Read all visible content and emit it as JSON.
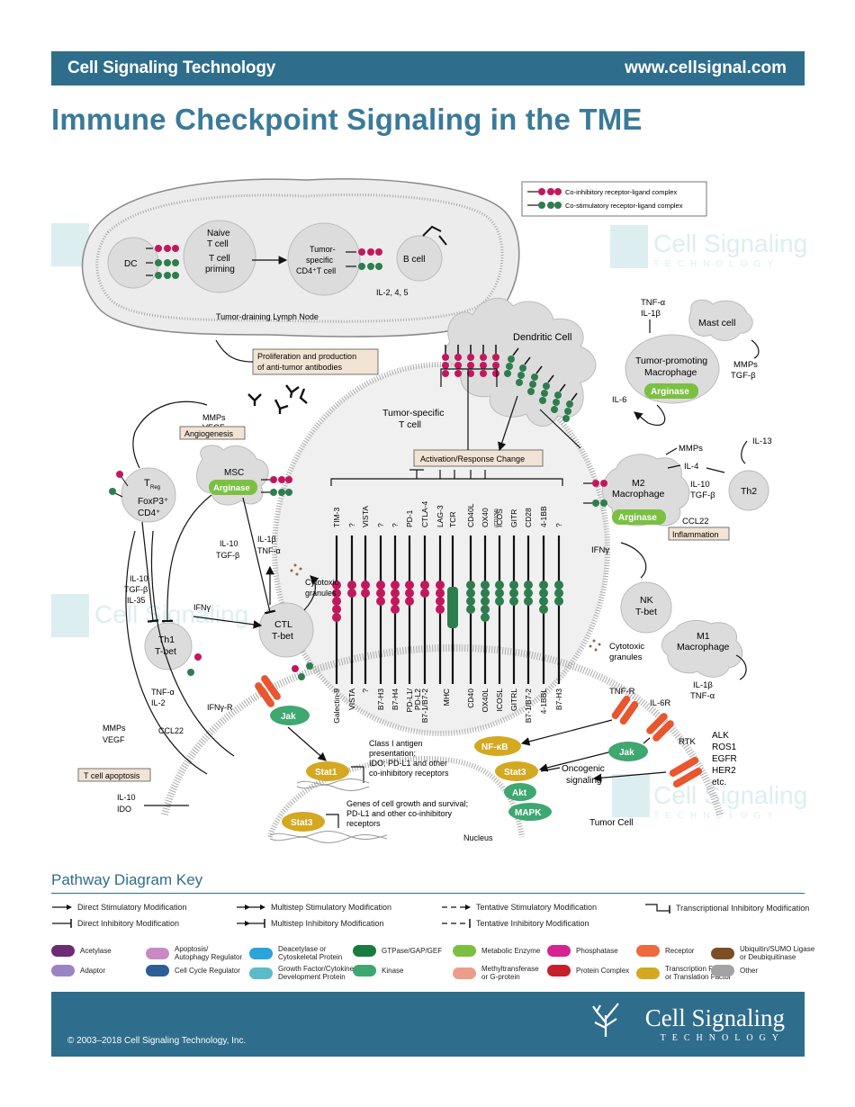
{
  "header": {
    "brand": "Cell Signaling Technology",
    "url": "www.cellsignal.com"
  },
  "title": "Immune Checkpoint Signaling in the TME",
  "legend_complex": {
    "co_inhibitory": "Co-inhibitory receptor-ligand complex",
    "co_stimulatory": "Co-stimulatory receptor-ligand complex"
  },
  "watermark": {
    "brand": "Cell Signaling",
    "tech": "TECHNOLOGY"
  },
  "lymph_node": {
    "label": "Tumor-draining Lymph Node",
    "dc": "DC",
    "naive_1": "Naive",
    "naive_2": "T cell",
    "naive_3": "T cell",
    "naive_4": "priming",
    "ts_1": "Tumor-",
    "ts_2": "specific",
    "ts_3": "CD4⁺T cell",
    "bcell": "B cell",
    "il": "IL-2, 4, 5"
  },
  "boxes": {
    "prolif_1": "Proliferation and production",
    "prolif_2": "of anti-tumor antibodies",
    "angio": "Angiogenesis",
    "activation": "Activation/Response Change",
    "inflammation": "Inflammation",
    "apoptosis": "T cell apoptosis"
  },
  "tcell": {
    "l1": "Tumor-specific",
    "l2": "T cell"
  },
  "dendritic": "Dendritic Cell",
  "treg": {
    "t": "T",
    "sub": "Reg",
    "l2": "FoxP3⁺",
    "l3": "CD4⁺"
  },
  "msc": {
    "label": "MSC",
    "enzyme": "Arginase"
  },
  "ctl": {
    "l1": "CTL",
    "l2": "T-bet"
  },
  "th1": {
    "l1": "Th1",
    "l2": "T-bet"
  },
  "tam": {
    "l1": "Tumor-promoting",
    "l2": "Macrophage",
    "enzyme": "Arginase"
  },
  "mast": "Mast cell",
  "m2": {
    "l1": "M2",
    "l2": "Macrophage",
    "enzyme": "Arginase"
  },
  "th2": "Th2",
  "nk": {
    "l1": "NK",
    "l2": "T-bet"
  },
  "m1": {
    "l1": "M1",
    "l2": "Macrophage"
  },
  "labels": {
    "mmps_vegf_1": "MMPs",
    "mmps_vegf_2": "VEGF",
    "il10_tgf_il35_1": "IL-10",
    "il10_tgf_il35_2": "TGF-β",
    "il10_tgf_il35_3": "IL-35",
    "ifng": "IFNγ",
    "il10_tgf_1": "IL-10",
    "il10_tgf_2": "TGF-β",
    "il1b_tnfa_1": "IL-1β",
    "il1b_tnfa_2": "TNF-α",
    "cyto_1": "Cytotoxic",
    "cyto_2": "granules",
    "tnfa_il2_1": "TNF-α",
    "tnfa_il2_2": "IL-2",
    "ifngr": "IFNγ-R",
    "mmps_vegf_b1": "MMPs",
    "mmps_vegf_b2": "VEGF",
    "ccl22": "CCL22",
    "il10_ido_1": "IL-10",
    "il10_ido_2": "IDO",
    "tam_tnf_1": "TNF-α",
    "tam_tnf_2": "IL-1β",
    "il6": "IL-6",
    "mmps_tgf_1": "MMPs",
    "mmps_tgf_2": "TGF-β",
    "m2_mmps": "MMPs",
    "m2_il4": "IL-4",
    "m2_il10": "IL-10",
    "m2_tgf": "TGF-β",
    "m2_il13": "IL-13",
    "m2_ccl22": "CCL22",
    "ifng_right": "IFNγ",
    "nk_cyto_1": "Cytotoxic",
    "nk_cyto_2": "granules",
    "m1_1": "IL-1β",
    "m1_2": "TNF-α",
    "tnfr": "TNF-R",
    "il6r": "IL-6R",
    "rtk": "RTK",
    "rtk_list_1": "ALK",
    "rtk_list_2": "ROS1",
    "rtk_list_3": "EGFR",
    "rtk_list_4": "HER2",
    "rtk_list_5": "etc.",
    "oncogenic_1": "Oncogenic",
    "oncogenic_2": "signaling",
    "tumor_cell": "Tumor Cell",
    "nucleus": "Nucleus",
    "stat1_txt_1": "Class I antigen",
    "stat1_txt_2": "presentation;",
    "stat1_txt_3": "IDO; PD-L1 and other",
    "stat1_txt_4": "co-inhibitory receptors",
    "stat3_txt_1": "Genes of cell growth and survival;",
    "stat3_txt_2": "PD-L1 and other co-inhibitory",
    "stat3_txt_3": "receptors"
  },
  "proteins": {
    "jak": "Jak",
    "jak2": "Jak",
    "stat1": "Stat1",
    "stat3": "Stat3",
    "nfkb": "NF-κB",
    "stat3b": "Stat3",
    "akt": "Akt",
    "mapk": "MAPK"
  },
  "receptors_top": [
    "TIM-3",
    "?",
    "VISTA",
    "?",
    "?",
    "PD-1",
    "CTLA-4",
    "LAG-3",
    "TCR",
    "CD40L",
    "OX40",
    "ICOS",
    "GITR",
    "CD28",
    "4-1BB",
    "?"
  ],
  "ox40_sub": "(CD134)",
  "receptors_bottom": [
    "Galectin-9",
    "VISTA",
    "?",
    "B7-H3",
    "B7-H4",
    "PD-L1/\nPD-L2",
    "B7-1/B7-2",
    "",
    "MHC",
    "",
    "CD40",
    "OX40L",
    "ICOSL",
    "GITRL",
    "B7-1/B7-2",
    "4-1BBL",
    "B7-H3"
  ],
  "key": {
    "title": "Pathway Diagram Key",
    "arrows": [
      "Direct Stimulatory Modification",
      "Direct Inhibitory Modification",
      "Multistep Stimulatory Modification",
      "Multistep Inhibitory Modification",
      "Tentative Stimulatory Modification",
      "Tentative Inhibitory Modification",
      "Transcriptional Inhibitory Modification"
    ],
    "colors": [
      {
        "label": "Acetylase",
        "color": "#6d2b73"
      },
      {
        "label": "Adaptor",
        "color": "#9b84c2"
      },
      {
        "label": "Apoptosis/\nAutophagy Regulator",
        "color": "#c98ac4"
      },
      {
        "label": "Cell Cycle Regulator",
        "color": "#2b5e97"
      },
      {
        "label": "Deacetylase or\nCytoskeletal Protein",
        "color": "#2ca3d9"
      },
      {
        "label": "Growth Factor/Cytokine/\nDevelopment Protein",
        "color": "#5bbbc9"
      },
      {
        "label": "GTPase/GAP/GEF",
        "color": "#1b7a3e"
      },
      {
        "label": "Kinase",
        "color": "#3fa770"
      },
      {
        "label": "Metabolic Enzyme",
        "color": "#7bc043"
      },
      {
        "label": "Methyltransferase\nor G-protein",
        "color": "#ec9d8a"
      },
      {
        "label": "Phosphatase",
        "color": "#d6238f"
      },
      {
        "label": "Protein Complex",
        "color": "#c51f2b"
      },
      {
        "label": "Receptor",
        "color": "#ec6a3c"
      },
      {
        "label": "Transcription Factor\nor Translation Factor",
        "color": "#d4a821"
      },
      {
        "label": "Ubiquitin/SUMO Ligase\nor Deubiquitinase",
        "color": "#7d4e25"
      },
      {
        "label": "Other",
        "color": "#a3a3a3"
      }
    ]
  },
  "footer": {
    "copyright": "© 2003–2018 Cell Signaling Technology, Inc.",
    "brand": "Cell Signaling",
    "tech": "TECHNOLOGY"
  },
  "colors": {
    "brand": "#2f6d8c",
    "title": "#3a7a99",
    "inhibitory": "#c2185b",
    "stimulatory": "#2e7d4f",
    "receptor": "#e8552f",
    "tf": "#d4a821",
    "kinase": "#3fa770",
    "enzyme": "#7bc043",
    "box": "#f1e4d4"
  }
}
